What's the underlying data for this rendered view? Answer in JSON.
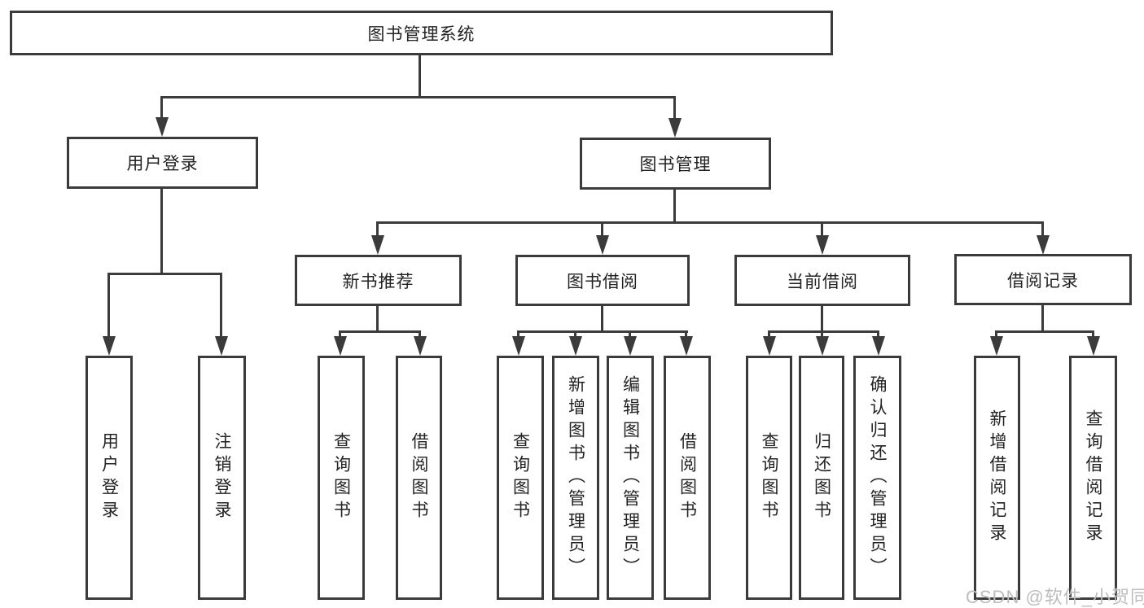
{
  "tree": {
    "root": {
      "label": "图书管理系统",
      "children": [
        {
          "label": "用户登录",
          "children": [
            {
              "label": "用户登录"
            },
            {
              "label": "注销登录"
            }
          ]
        },
        {
          "label": "图书管理",
          "children": [
            {
              "label": "新书推荐",
              "children": [
                {
                  "label": "查询图书"
                },
                {
                  "label": "借阅图书"
                }
              ]
            },
            {
              "label": "图书借阅",
              "children": [
                {
                  "label": "查询图书"
                },
                {
                  "label": "新增图书（管理员）"
                },
                {
                  "label": "编辑图书（管理员）"
                },
                {
                  "label": "借阅图书"
                }
              ]
            },
            {
              "label": "当前借阅",
              "children": [
                {
                  "label": "查询图书"
                },
                {
                  "label": "归还图书"
                },
                {
                  "label": "确认归还（管理员）"
                }
              ]
            },
            {
              "label": "借阅记录",
              "children": [
                {
                  "label": "新增借阅记录"
                },
                {
                  "label": "查询借阅记录"
                }
              ]
            }
          ]
        }
      ]
    }
  },
  "watermark": {
    "text": "CSDN @软件_小贺同学"
  },
  "colors": {
    "line": "#3b3b3b",
    "text": "#222222",
    "background": "#ffffff",
    "watermark": "#bdbdbd"
  }
}
